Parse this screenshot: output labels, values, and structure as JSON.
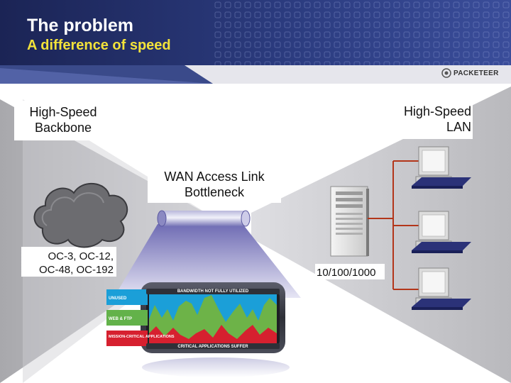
{
  "header": {
    "title": "The problem",
    "subtitle": "A difference of speed"
  },
  "logo": {
    "text": "PACKETEER"
  },
  "labels": {
    "backbone": [
      "High-Speed",
      "Backbone"
    ],
    "lan": [
      "High-Speed",
      "LAN"
    ],
    "bottleneck": [
      "WAN Access Link",
      "Bottleneck"
    ],
    "backbone_speeds": [
      "OC-3, OC-12,",
      "OC-48, OC-192"
    ],
    "lan_speed": "10/100/1000"
  },
  "monitor": {
    "top_label": "BANDWIDTH NOT FULLY UTILIZED",
    "bottom_label": "CRITICAL APPLICATIONS SUFFER",
    "legend": [
      {
        "text": "UNUSED",
        "color": "#1b9fd8"
      },
      {
        "text": "WEB & FTP",
        "color": "#63b24a"
      },
      {
        "text": "MISSION-CRITICAL APPLICATIONS",
        "color": "#d6202f"
      }
    ]
  },
  "colors": {
    "header": "#26336f",
    "subtitle": "#f2e23a",
    "wire": "#b3361a",
    "pipe": "#7a78b8"
  }
}
